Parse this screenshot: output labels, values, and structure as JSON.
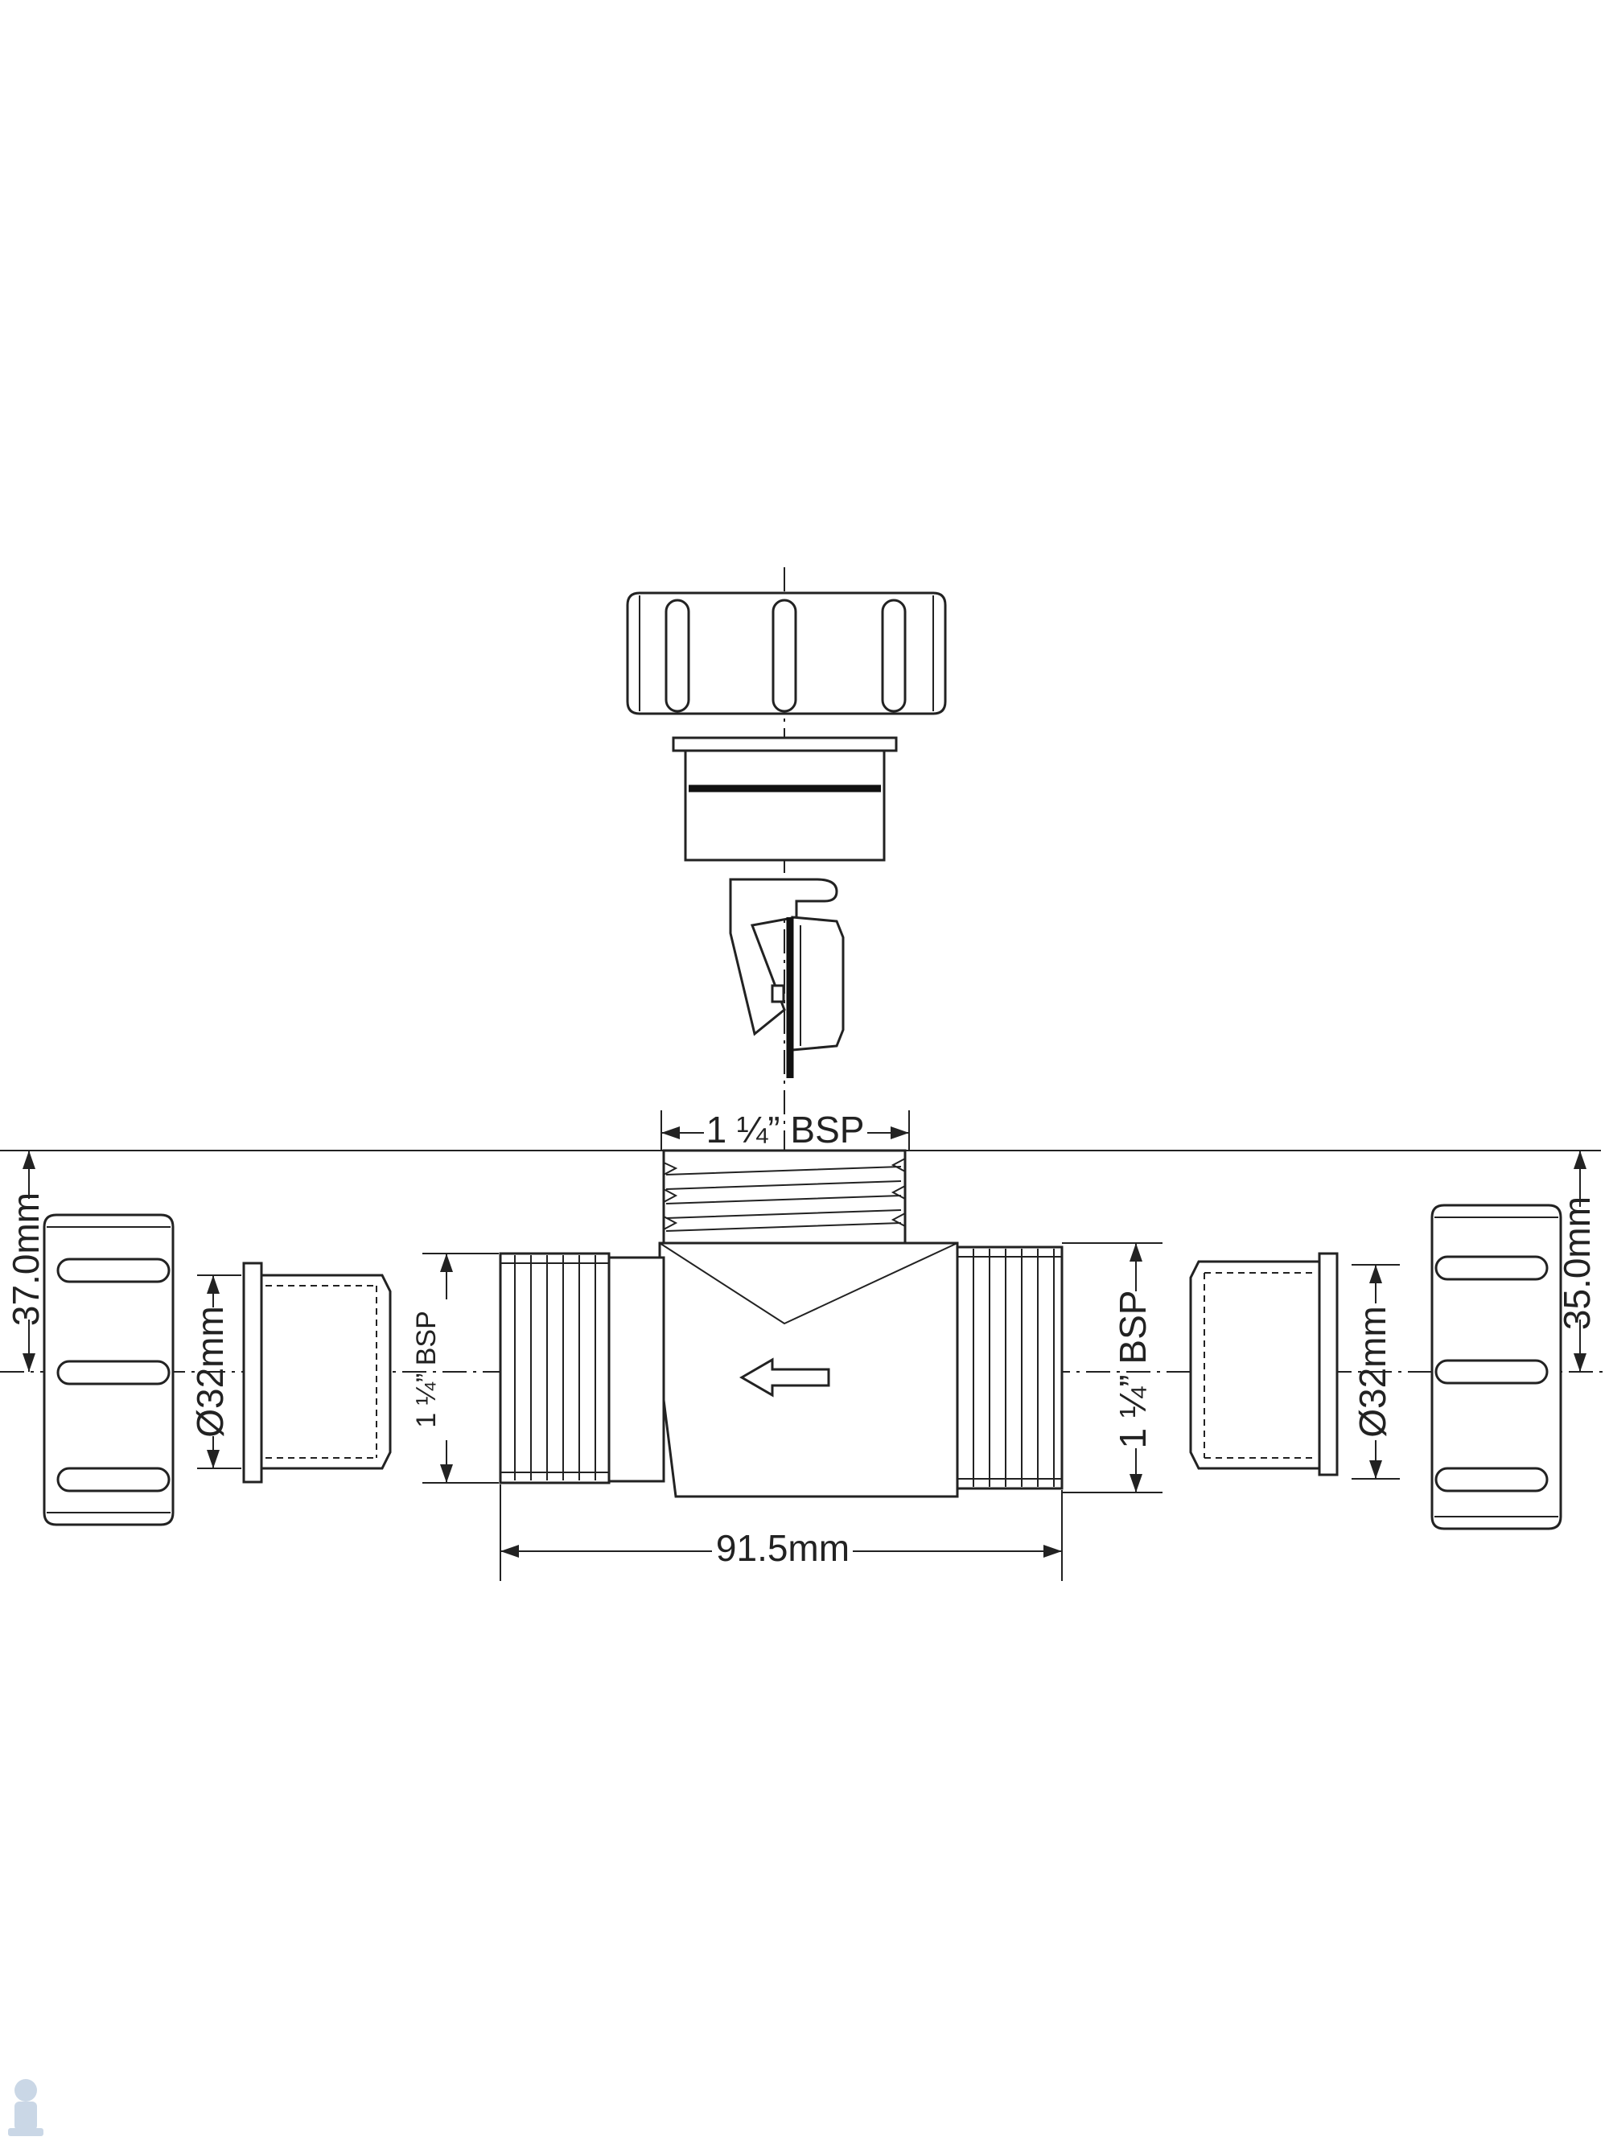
{
  "dimensions": {
    "top_bsp": "1 ¼” BSP",
    "left_height": "37.0mm",
    "right_height": "35.0mm",
    "left_diameter": "Ø32mm",
    "right_diameter": "Ø32mm",
    "left_bsp": "1 ¼” BSP",
    "right_bsp": "1 ¼” BSP",
    "overall_length": "91.5mm"
  },
  "colors": {
    "line": "#222222",
    "background": "#ffffff"
  }
}
